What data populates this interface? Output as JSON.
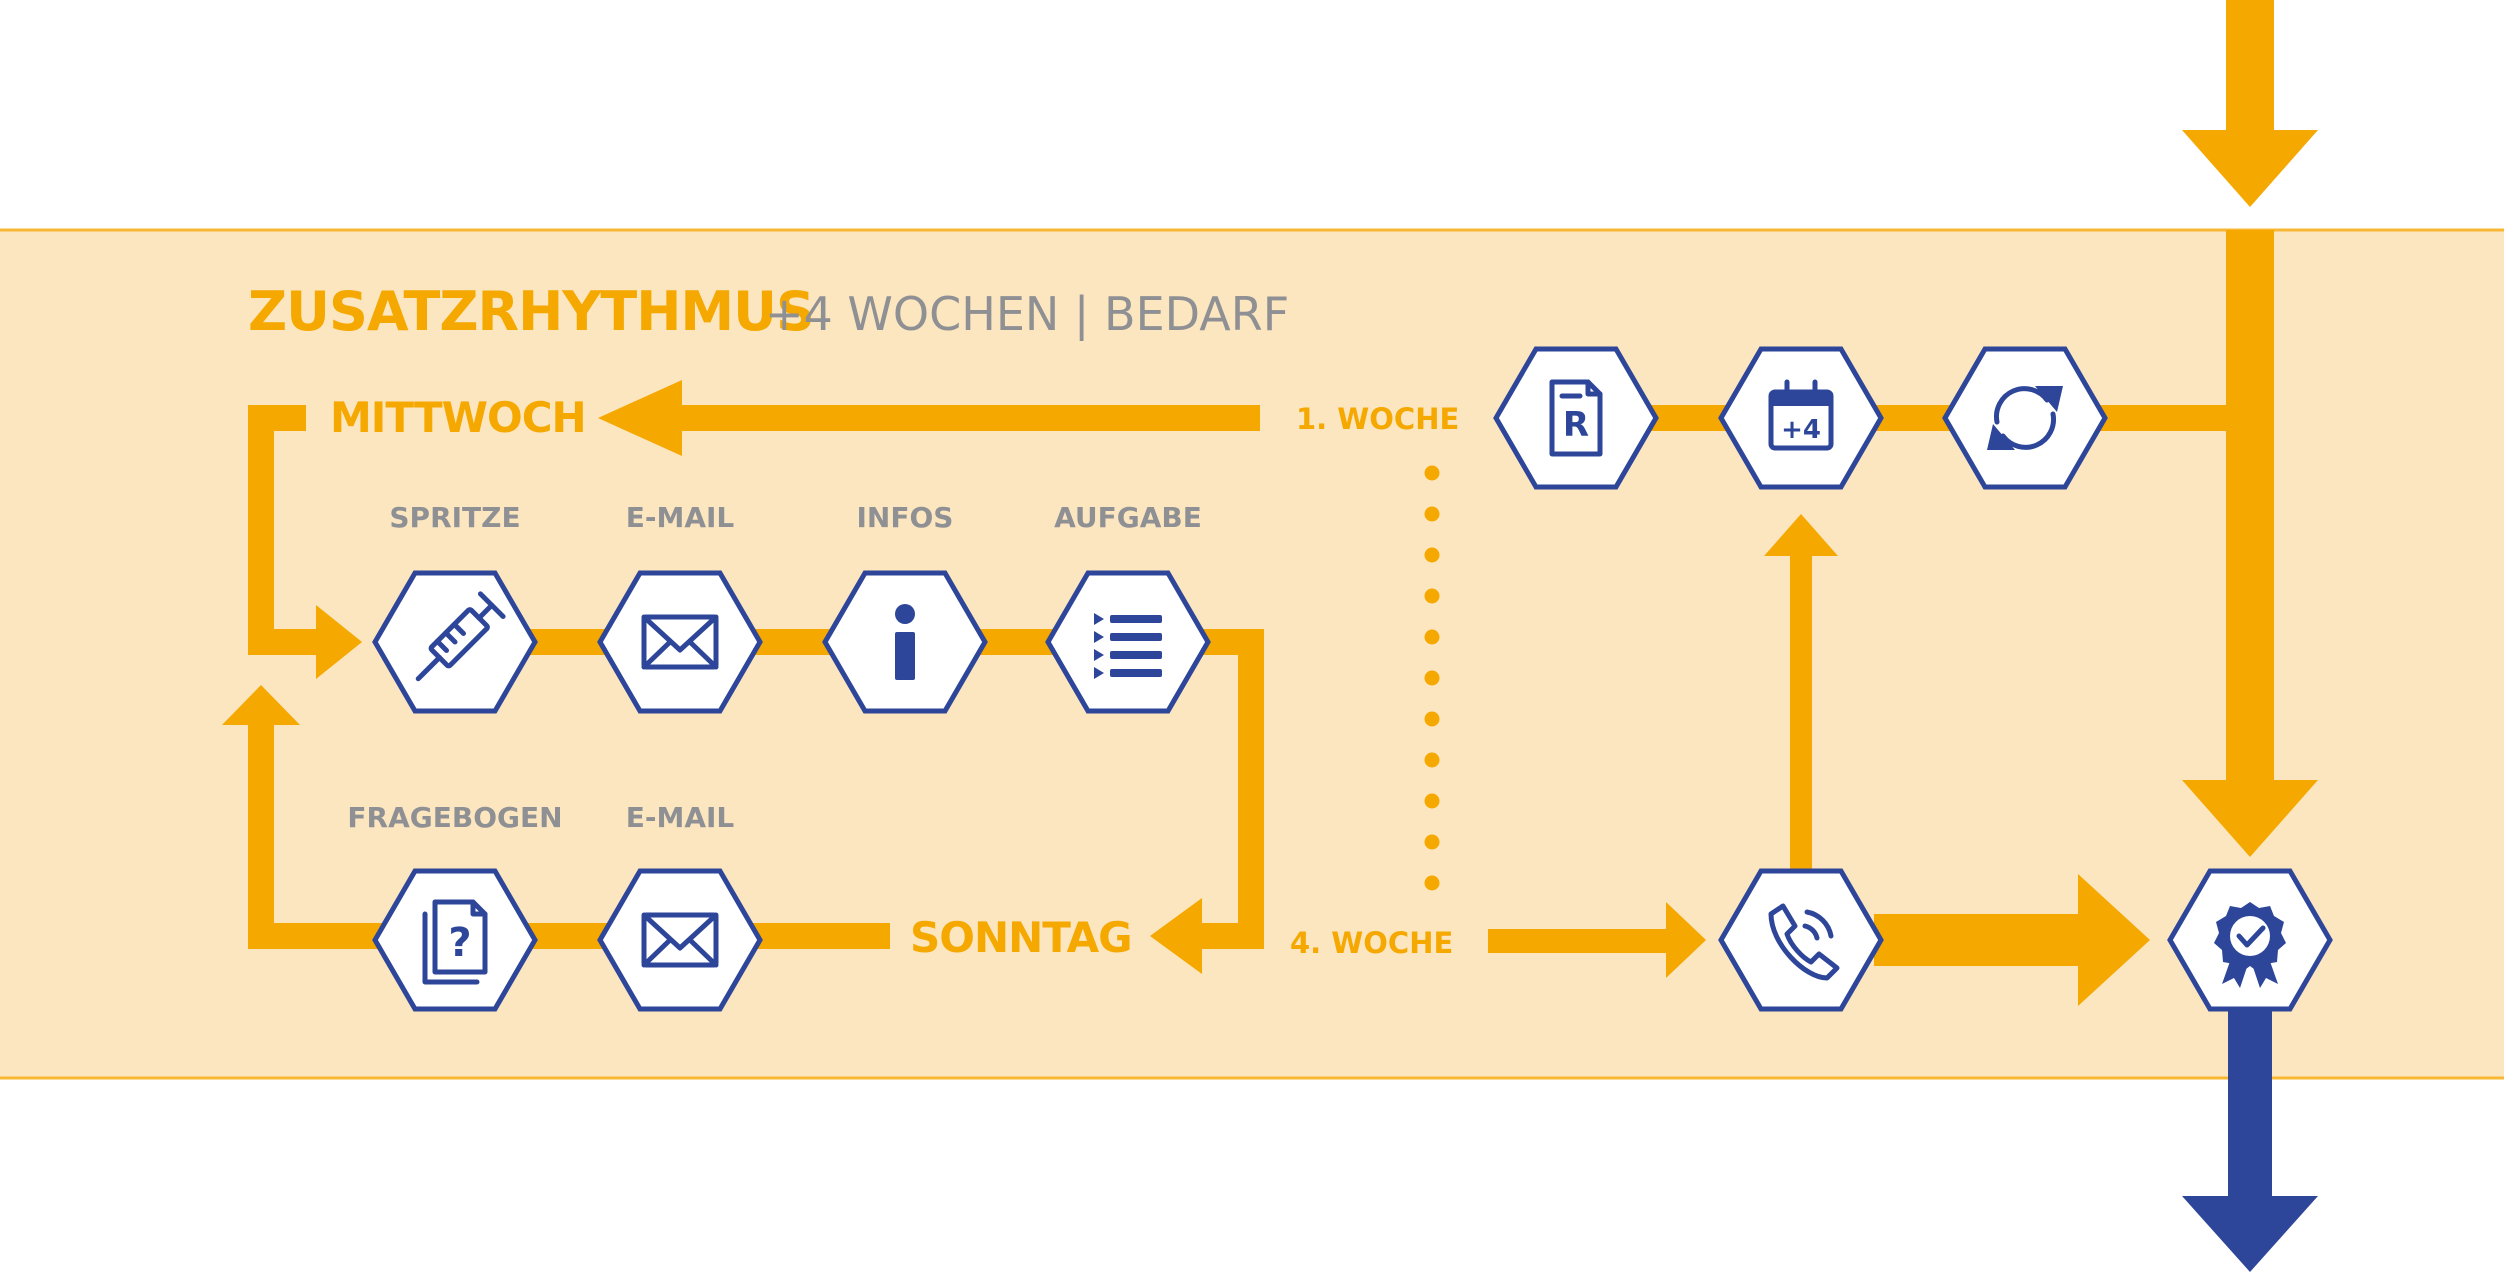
{
  "header": {
    "title": "ZUSATZRHYTHMUS",
    "subtitle": "+4 WOCHEN | BEDARF"
  },
  "labels": {
    "mittwoch": "MITTWOCH",
    "sonntag": "SONNTAG",
    "week1": "1. WOCHE",
    "week4": "4. WOCHE"
  },
  "nodes": {
    "spritze": {
      "label": "SPRITZE",
      "icon": "syringe-icon"
    },
    "email_top": {
      "label": "E-MAIL",
      "icon": "envelope-icon"
    },
    "infos": {
      "label": "INFOS",
      "icon": "info-icon"
    },
    "aufgabe": {
      "label": "AUFGABE",
      "icon": "task-list-icon"
    },
    "fragebogen": {
      "label": "FRAGEBOGEN",
      "icon": "questionnaire-icon"
    },
    "email_bottom": {
      "label": "E-MAIL",
      "icon": "envelope-icon"
    },
    "rezept": {
      "icon": "prescription-icon",
      "glyph": "R"
    },
    "kalender": {
      "icon": "calendar-icon",
      "glyph": "+4"
    },
    "wiederholung": {
      "icon": "refresh-icon"
    },
    "telefon": {
      "icon": "phone-icon"
    },
    "abschluss": {
      "icon": "award-badge-icon"
    }
  },
  "colors": {
    "band": "#FCE6C0",
    "accent": "#F5A800",
    "navy": "#2E4699",
    "gray": "#8F9093"
  }
}
